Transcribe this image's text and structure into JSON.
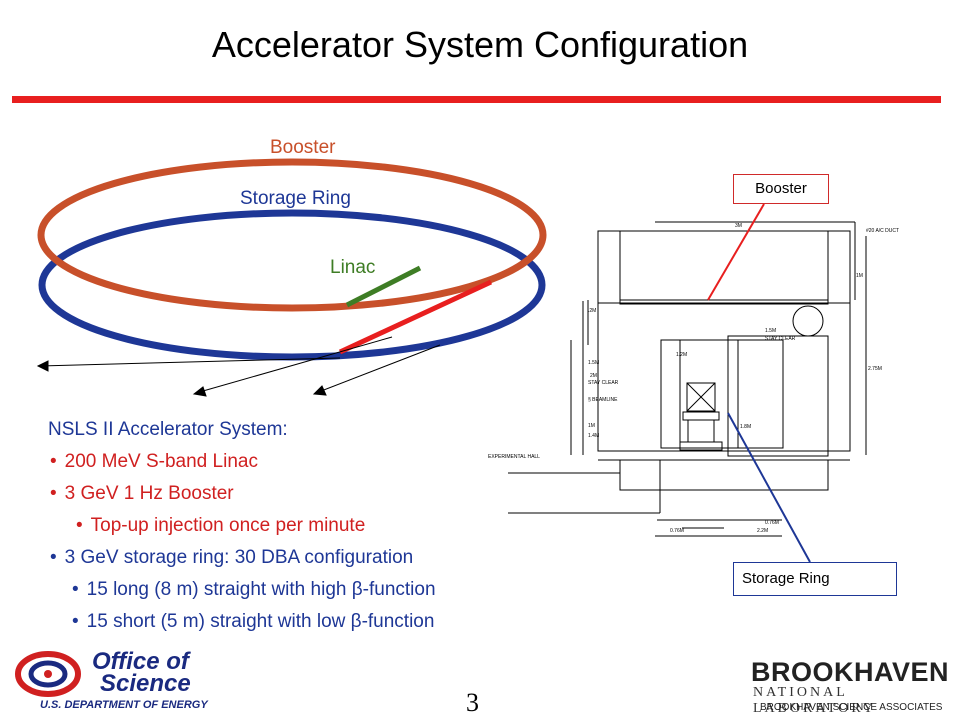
{
  "title": "Accelerator System Configuration",
  "diagram": {
    "booster_label": "Booster",
    "storage_ring_label": "Storage Ring",
    "linac_label": "Linac"
  },
  "drawing": {
    "booster_callout": "Booster",
    "storage_ring_callout": "Storage Ring",
    "dims": [
      "3M",
      "#20 A/C DUCT",
      "1M",
      "2.75M",
      "1.5M",
      "STAY CLEAR",
      "1.2M",
      "1.5M",
      "2M",
      "STAY CLEAR",
      "§ BEAMLINE",
      "1M",
      "1.4M",
      "1.8M",
      ".2M",
      "EXPERIMENTAL HALL",
      "0.76M",
      "0.76M",
      "2.2M"
    ]
  },
  "bullets": {
    "heading": "NSLS II Accelerator System:",
    "items": [
      {
        "text": "200 MeV S-band Linac",
        "level": 1
      },
      {
        "text": "3 GeV 1 Hz Booster",
        "level": 1
      },
      {
        "text": "Top-up injection once per minute",
        "level": 2
      },
      {
        "text": "3 GeV storage ring: 30 DBA configuration",
        "level": 1
      },
      {
        "text": "15 long (8 m) straight with high β-function",
        "level": 2
      },
      {
        "text": "15 short (5 m) straight with low β-function",
        "level": 2
      }
    ]
  },
  "footer": {
    "page_number": "3",
    "doe_office": "Office of",
    "doe_science": "Science",
    "doe_dept": "U.S. DEPARTMENT OF ENERGY",
    "bnl_name": "BROOKHAVEN",
    "bnl_sub": "NATIONAL LABORATORY",
    "bnl_assoc": "BROOKHAVEN SCIENCE ASSOCIATES"
  },
  "colors": {
    "rule": "#e81f1f",
    "booster": "#c8502a",
    "storage_ring": "#1e3796",
    "linac": "#3e7d25"
  }
}
